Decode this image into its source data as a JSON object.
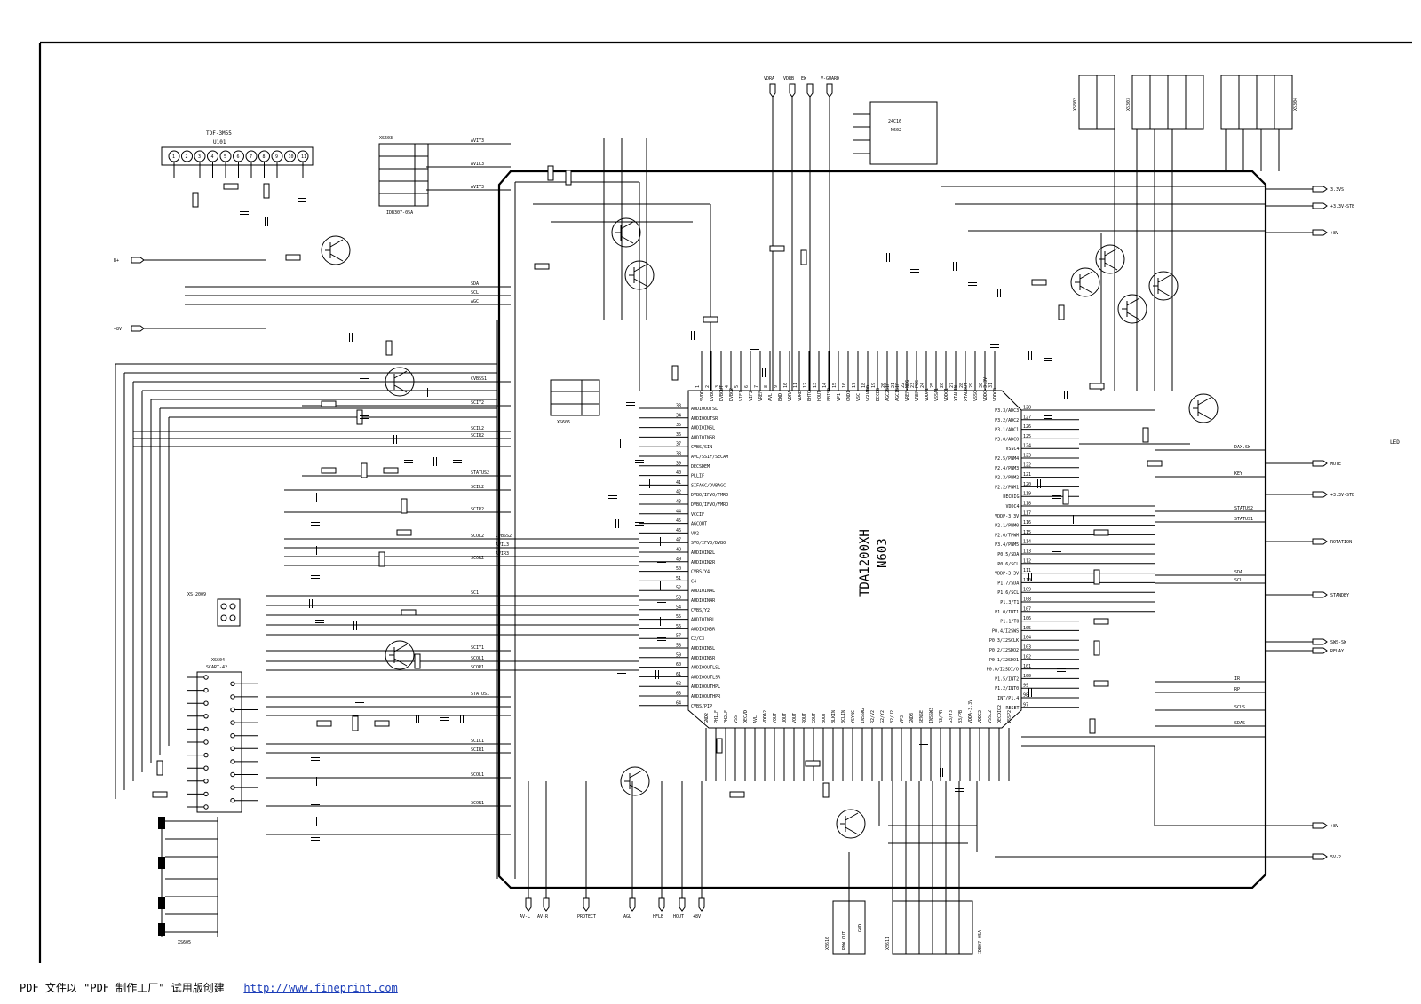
{
  "ic": {
    "name": "TDA1200XH",
    "ref": "N603",
    "left_pins": [
      {
        "n": "33",
        "f": "AUDIOOUTSL"
      },
      {
        "n": "34",
        "f": "AUDIOOUTSR"
      },
      {
        "n": "35",
        "f": "AUDIOINSL"
      },
      {
        "n": "36",
        "f": "AUDIOINSR"
      },
      {
        "n": "37",
        "f": "CVBS/SIN"
      },
      {
        "n": "38",
        "f": "AVL/SSIF/SECAM"
      },
      {
        "n": "39",
        "f": "DECSDEM"
      },
      {
        "n": "40",
        "f": "PLLIF"
      },
      {
        "n": "41",
        "f": "SIFAGC/DVBAGC"
      },
      {
        "n": "42",
        "f": "DVBO/IFVO/FMRO"
      },
      {
        "n": "43",
        "f": "DVBO/IFVO/FMRO"
      },
      {
        "n": "44",
        "f": "VCCIF"
      },
      {
        "n": "45",
        "f": "AGCOUT"
      },
      {
        "n": "46",
        "f": "VP2"
      },
      {
        "n": "47",
        "f": "SVO/IFVO/DVBO"
      },
      {
        "n": "48",
        "f": "AUDIOIN2L"
      },
      {
        "n": "49",
        "f": "AUDIOIN2R"
      },
      {
        "n": "50",
        "f": "CVBS/Y4"
      },
      {
        "n": "51",
        "f": "C4"
      },
      {
        "n": "52",
        "f": "AUDIOIN4L"
      },
      {
        "n": "53",
        "f": "AUDIOIN4R"
      },
      {
        "n": "54",
        "f": "CVBS/Y2"
      },
      {
        "n": "55",
        "f": "AUDIOIN3L"
      },
      {
        "n": "56",
        "f": "AUDIOIN3R"
      },
      {
        "n": "57",
        "f": "C2/C3"
      },
      {
        "n": "58",
        "f": "AUDIOIN5L"
      },
      {
        "n": "59",
        "f": "AUDIOIN5R"
      },
      {
        "n": "60",
        "f": "AUDIOOUTLSL"
      },
      {
        "n": "61",
        "f": "AUDIOOUTLSR"
      },
      {
        "n": "62",
        "f": "AUDIOOUTHPL"
      },
      {
        "n": "63",
        "f": "AUDIOOUTHPR"
      },
      {
        "n": "64",
        "f": "CVBS/PIP"
      }
    ],
    "right_pins": [
      {
        "n": "128",
        "f": "P3.3/ADC3"
      },
      {
        "n": "127",
        "f": "P3.2/ADC2"
      },
      {
        "n": "126",
        "f": "P3.1/ADC1"
      },
      {
        "n": "125",
        "f": "P3.0/ADC0"
      },
      {
        "n": "124",
        "f": "VSSC4"
      },
      {
        "n": "123",
        "f": "P2.5/PWM4"
      },
      {
        "n": "122",
        "f": "P2.4/PWM3"
      },
      {
        "n": "121",
        "f": "P2.3/PWM2"
      },
      {
        "n": "120",
        "f": "P2.2/PWM1"
      },
      {
        "n": "119",
        "f": "DECDIG"
      },
      {
        "n": "118",
        "f": "VDDC4"
      },
      {
        "n": "117",
        "f": "VDDP-3.3V"
      },
      {
        "n": "116",
        "f": "P2.1/PWM0"
      },
      {
        "n": "115",
        "f": "P2.0/TPWM"
      },
      {
        "n": "114",
        "f": "P3.4/PWM5"
      },
      {
        "n": "113",
        "f": "P0.5/SDA"
      },
      {
        "n": "112",
        "f": "P0.6/SCL"
      },
      {
        "n": "111",
        "f": "VDDP-3.3V"
      },
      {
        "n": "110",
        "f": "P1.7/SDA"
      },
      {
        "n": "109",
        "f": "P1.6/SCL"
      },
      {
        "n": "108",
        "f": "P1.3/T1"
      },
      {
        "n": "107",
        "f": "P1.0/INT1"
      },
      {
        "n": "106",
        "f": "P1.1/T0"
      },
      {
        "n": "105",
        "f": "P0.4/I2SWS"
      },
      {
        "n": "104",
        "f": "P0.3/I2SCLK"
      },
      {
        "n": "103",
        "f": "P0.2/I2SDO2"
      },
      {
        "n": "102",
        "f": "P0.1/I2SDO1"
      },
      {
        "n": "101",
        "f": "P0.0/I2SDI/O"
      },
      {
        "n": "100",
        "f": "P1.5/INT2"
      },
      {
        "n": "99",
        "f": "P1.2/INT0"
      },
      {
        "n": "98",
        "f": "INT/P1.4"
      },
      {
        "n": "97",
        "f": "RESET"
      }
    ],
    "top_pins": [
      "SVDD",
      "DVBO",
      "DVBOUT",
      "DVBO2",
      "VIF1",
      "VIF2",
      "VREF",
      "AVL",
      "EWD",
      "VDRA",
      "VDRB",
      "EHTO",
      "HOUT",
      "FBISO",
      "VP1",
      "GND1",
      "VSC",
      "VGUARD",
      "DECBG",
      "AGC2SIF",
      "AGC1SIF",
      "VREF-NEG",
      "VREF-POS",
      "VDDA1",
      "VSSA1",
      "VDDC1",
      "XTALIN",
      "XTALOUT",
      "VSSC",
      "VDDC-3.3V",
      "VDDC3"
    ],
    "bottom_pins": [
      "GND2",
      "PH1LF",
      "PH2LF",
      "VSS",
      "DECVD",
      "AVL",
      "VDDA2",
      "YOUT",
      "UOUT",
      "VOUT",
      "ROUT",
      "GOUT",
      "BOUT",
      "BLKIN",
      "BCLIN",
      "YSYNC",
      "INSSW2",
      "R2/V2",
      "G2/Y2",
      "B2/U2",
      "VP3",
      "GND3",
      "SENSE",
      "INSSW3",
      "R3/PR",
      "G3/Y3",
      "B3/PB",
      "VDDA-3.3V",
      "VDDC2",
      "VSSC2",
      "DECDIG2",
      "VSSP2"
    ]
  },
  "labels": {
    "tuner": "TDF-3M55",
    "tuner_ref": "U101",
    "ext_conn": "XS603",
    "ext_conn_part": "IDB307-05A",
    "eeprom_part": "24C16",
    "eeprom_ref": "N602",
    "scart": "XS604",
    "scart_part": "SCART-42",
    "av_jack": "XS605",
    "av_jack2": "XS606",
    "jack_ref": "XS-2009",
    "led": "LED",
    "io_right": [
      "3.3VS",
      "+3.3V-STB",
      "+8V",
      "MUTE",
      "+3.3V-STB",
      "ROTATION",
      "STANDBY",
      "SWS-SW",
      "RELAY",
      "+8V",
      "5V-2"
    ],
    "io_right_small": [
      "KEY",
      "STATUS2",
      "STATUS1",
      "SDA",
      "SCL",
      "IR",
      "RP",
      "SCLS",
      "SDAS",
      "DAX.SW"
    ],
    "io_left": [
      "B+",
      "+8V"
    ],
    "io_top": [
      "VDRA",
      "VDRB",
      "EW",
      "V-GUARD"
    ],
    "io_bottom": [
      "AV-L",
      "AV-R",
      "PROTECT",
      "AGL",
      "HFLB",
      "HOUT",
      "+8V"
    ],
    "side_bus": [
      "AVIY3",
      "AVIL3",
      "AVIY3",
      "SDA",
      "SCL",
      "AGC",
      "CVBSS1",
      "SCIY2",
      "SCIL2",
      "SCIR2",
      "STATUS2",
      "SCIL2",
      "SCIR2",
      "SCOL2",
      "SCOR2",
      "CVBSS2",
      "AVIL3",
      "AVIR3",
      "SC1",
      "SCIY1",
      "SCOL1",
      "SCOR1",
      "STATUS1",
      "SCIL1",
      "SCIR1",
      "SCOL1",
      "SCOR1"
    ],
    "conn_top_right": [
      "XS802",
      "XS303",
      "XS304"
    ],
    "conn_bottom": [
      "XS610",
      "XS611"
    ],
    "conn_bottom_part": "IDB07-05A",
    "ir_out": [
      "RMW OUT",
      "GND"
    ]
  },
  "footer": {
    "text": "PDF 文件以 \"PDF 制作工厂\" 试用版创建",
    "link": "http://www.fineprint.com"
  }
}
